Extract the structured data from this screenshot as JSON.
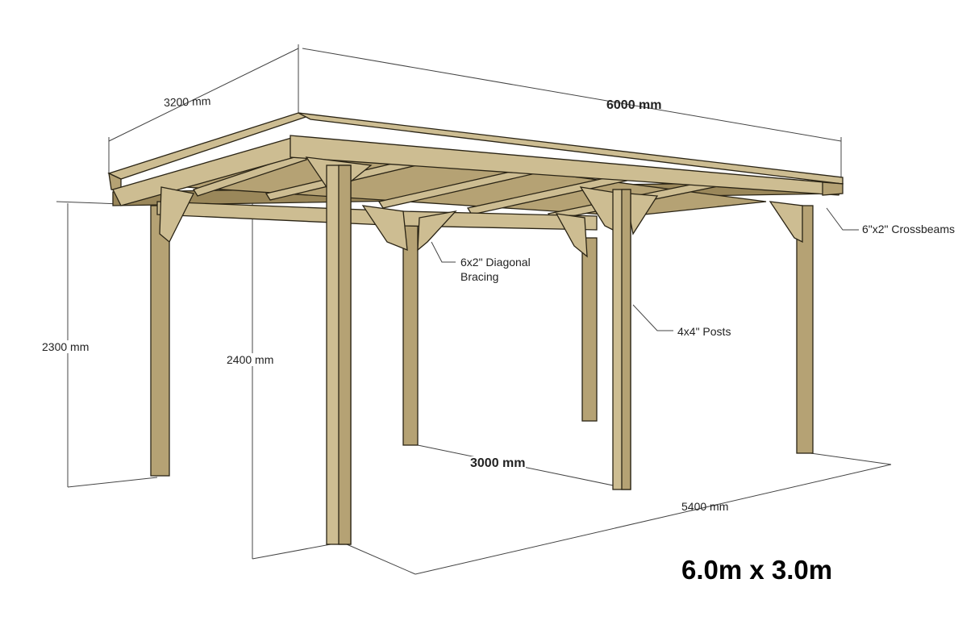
{
  "title": "6.0m x 3.0m",
  "dimensions": {
    "depth_top": "3200 mm",
    "width_top": "6000 mm",
    "height_back": "2300 mm",
    "height_front": "2400 mm",
    "post_span": "3000 mm",
    "post_length": "5400 mm"
  },
  "callouts": {
    "crossbeams": "6\"x2\" Crossbeams",
    "bracing_line1": "6x2\" Diagonal",
    "bracing_line2": "Bracing",
    "posts": "4x4\" Posts"
  },
  "colors": {
    "wood_light": "#cdbd92",
    "wood_mid": "#b5a274",
    "wood_dark": "#9a875a"
  }
}
